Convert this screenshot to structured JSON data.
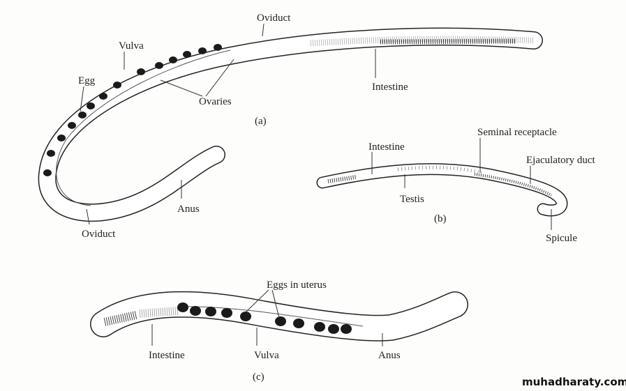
{
  "figure_a": {
    "caption": "(a)",
    "labels": {
      "oviduct_top": "Oviduct",
      "vulva": "Vulva",
      "egg": "Egg",
      "ovaries": "Ovaries",
      "intestine": "Intestine",
      "anus": "Anus",
      "oviduct_bottom": "Oviduct"
    }
  },
  "figure_b": {
    "caption": "(b)",
    "labels": {
      "intestine": "Intestine",
      "seminal_receptacle": "Seminal receptacle",
      "ejaculatory_duct": "Ejaculatory duct",
      "testis": "Testis",
      "spicule": "Spicule"
    }
  },
  "figure_c": {
    "caption": "(c)",
    "labels": {
      "eggs_in_uterus": "Eggs in uterus",
      "intestine": "Intestine",
      "vulva": "Vulva",
      "anus": "Anus"
    }
  },
  "watermark": "muhadharaty.com"
}
